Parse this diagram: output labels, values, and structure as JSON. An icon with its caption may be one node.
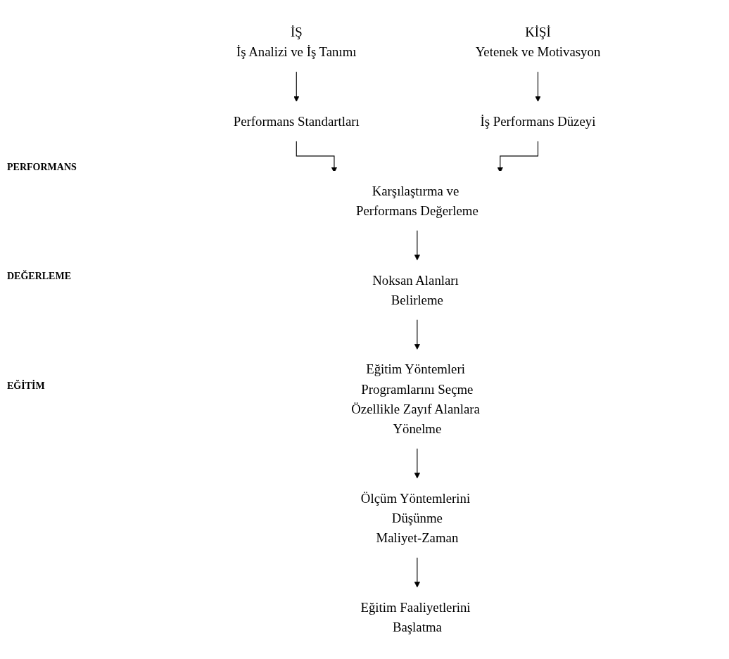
{
  "diagram": {
    "nodes": [
      {
        "text": [
          "İŞ",
          "İş Analizi ve İş Tanımı"
        ]
      },
      {
        "text": [
          "KİŞİ",
          "Yetenek ve Motivasyon"
        ]
      },
      {
        "text": [
          "Performans Standartları"
        ]
      },
      {
        "text": [
          "İş Performans Düzeyi"
        ]
      },
      {
        "text": [
          "Karşılaştırma ve Performans Değerleme"
        ]
      },
      {
        "text": [
          "Noksan Alanları Belirleme"
        ]
      },
      {
        "text": [
          "Eğitim Yöntemleri Programlarını Seçme",
          "Özellikle Zayıf Alanlara Yönelme"
        ]
      },
      {
        "text": [
          "Ölçüm Yöntemlerini Düşünme",
          "Maliyet-Zaman"
        ]
      },
      {
        "text": [
          "Eğitim Faaliyetlerini Başlatma"
        ]
      }
    ],
    "edges": [
      {
        "from": 0,
        "to": 2,
        "arrow": "to"
      },
      {
        "from": 1,
        "to": 3,
        "arrow": "to"
      },
      {
        "from": 2,
        "to": 4,
        "arrow": "to"
      },
      {
        "from": 3,
        "to": 4,
        "arrow": "to"
      },
      {
        "from": 4,
        "to": 5,
        "arrow": "to"
      },
      {
        "from": 5,
        "to": 6,
        "arrow": "to"
      },
      {
        "from": 6,
        "to": 7,
        "arrow": "to"
      },
      {
        "from": 7,
        "to": 8,
        "arrow": "to"
      }
    ],
    "labels": [
      "PERFORMANS",
      "DEĞERLEME",
      "EĞİTİM"
    ]
  }
}
